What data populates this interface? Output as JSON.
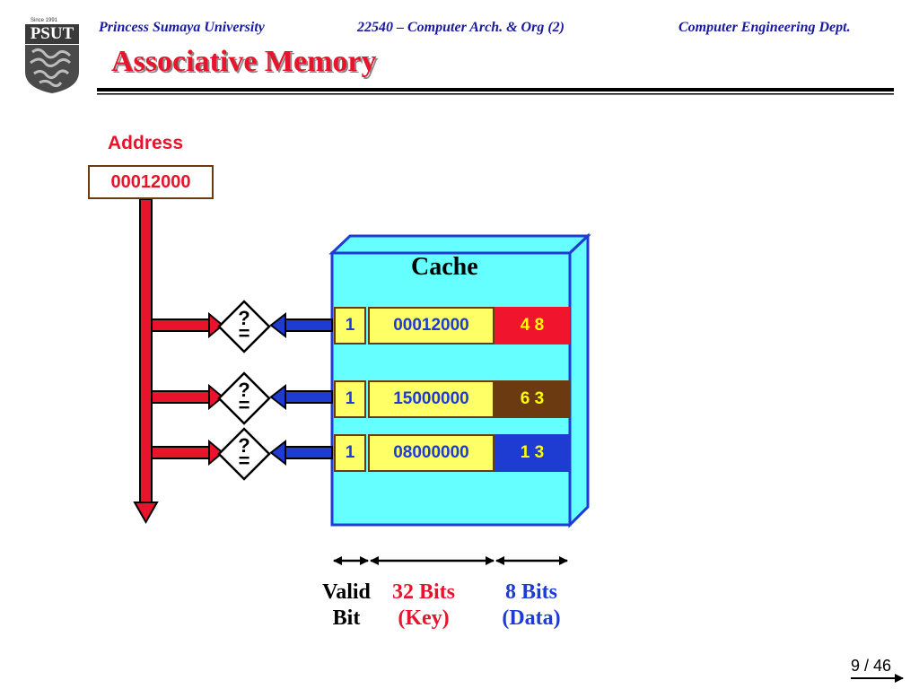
{
  "header": {
    "university": "Princess Sumaya University",
    "course": "22540 – Computer Arch. & Org (2)",
    "department": "Computer Engineering Dept.",
    "logo_text": "PSUT",
    "logo_since": "Since 1991"
  },
  "title": "Associative Memory",
  "address": {
    "label": "Address",
    "value": "00012000"
  },
  "cache": {
    "title": "Cache",
    "rows": [
      {
        "valid": "1",
        "key": "00012000",
        "data": "4 8",
        "data_bg": "#f0142c",
        "data_color": "#ffff00",
        "arrow_color": "#e8142c"
      },
      {
        "valid": "1",
        "key": "15000000",
        "data": "6 3",
        "data_bg": "#6b3a10",
        "data_color": "#ffff00",
        "arrow_color": "#e8142c"
      },
      {
        "valid": "1",
        "key": "08000000",
        "data": "1 3",
        "data_bg": "#1e3cd2",
        "data_color": "#ffff00",
        "arrow_color": "#e8142c"
      }
    ]
  },
  "comparator": {
    "top": "?",
    "bottom": "="
  },
  "legend": {
    "valid": {
      "line1": "Valid",
      "line2": "Bit"
    },
    "key": {
      "line1": "32 Bits",
      "line2": "(Key)"
    },
    "data": {
      "line1": "8 Bits",
      "line2": "(Data)"
    }
  },
  "colors": {
    "header_text": "#1a1aa0",
    "title": "#e8142c",
    "cache_face": "#66ffff",
    "cache_border": "#1e3cd2",
    "valid_bg": "#ffff66",
    "key_text": "#1e3cd2",
    "address_text": "#e8142c",
    "bus_arrow": "#e8142c",
    "cache_arrow": "#1e3cd2"
  },
  "page": {
    "current": "9",
    "total": "46",
    "label": "9 / 46"
  }
}
